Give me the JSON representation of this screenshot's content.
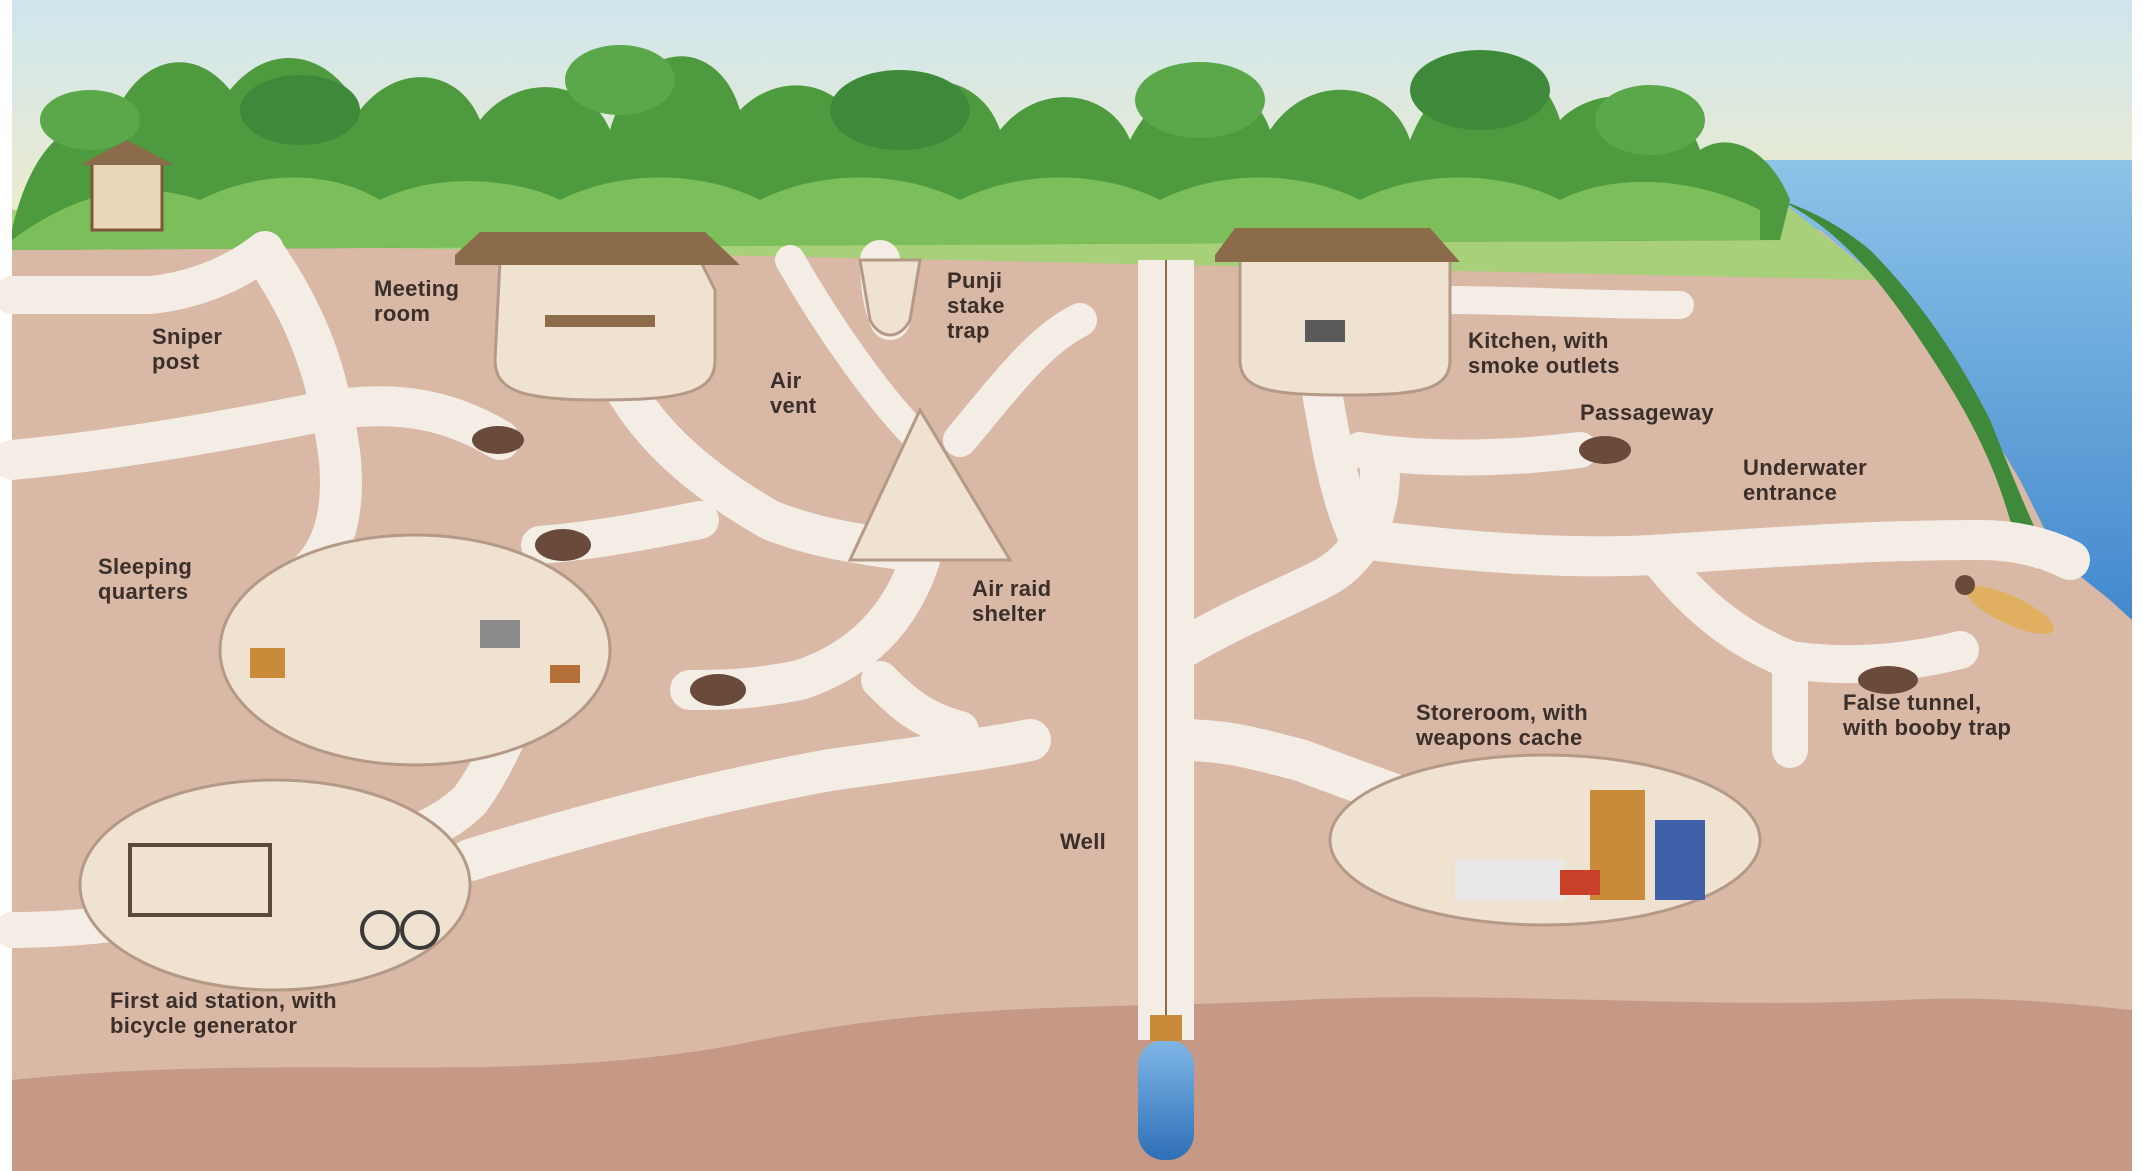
{
  "labels": {
    "sniper_post": [
      "Sniper",
      "post"
    ],
    "meeting_room": [
      "Meeting",
      "room"
    ],
    "punji_stake_trap": [
      "Punji",
      "stake",
      "trap"
    ],
    "air_vent": [
      "Air",
      "vent"
    ],
    "kitchen": [
      "Kitchen, with",
      "smoke outlets"
    ],
    "passageway": [
      "Passageway"
    ],
    "underwater_entrance": [
      "Underwater",
      "entrance"
    ],
    "sleeping_quarters": [
      "Sleeping",
      "quarters"
    ],
    "air_raid_shelter": [
      "Air raid",
      "shelter"
    ],
    "storeroom": [
      "Storeroom, with",
      "weapons cache"
    ],
    "false_tunnel": [
      "False tunnel,",
      "with booby trap"
    ],
    "well": [
      "Well"
    ],
    "first_aid": [
      "First aid station, with",
      "bicycle generator"
    ]
  },
  "colors": {
    "sky_top": "#cfe6ee",
    "sky_horizon": "#f3ecc6",
    "foliage_dark": "#3f8a3a",
    "foliage_light": "#7cbf5a",
    "soil": "#d9b8a6",
    "soil_deep": "#c79c8c",
    "tunnel": "#f4ede6",
    "chamber": "#efe2d0",
    "water": "#4a8fd0",
    "water_light": "#7fb7e6"
  }
}
